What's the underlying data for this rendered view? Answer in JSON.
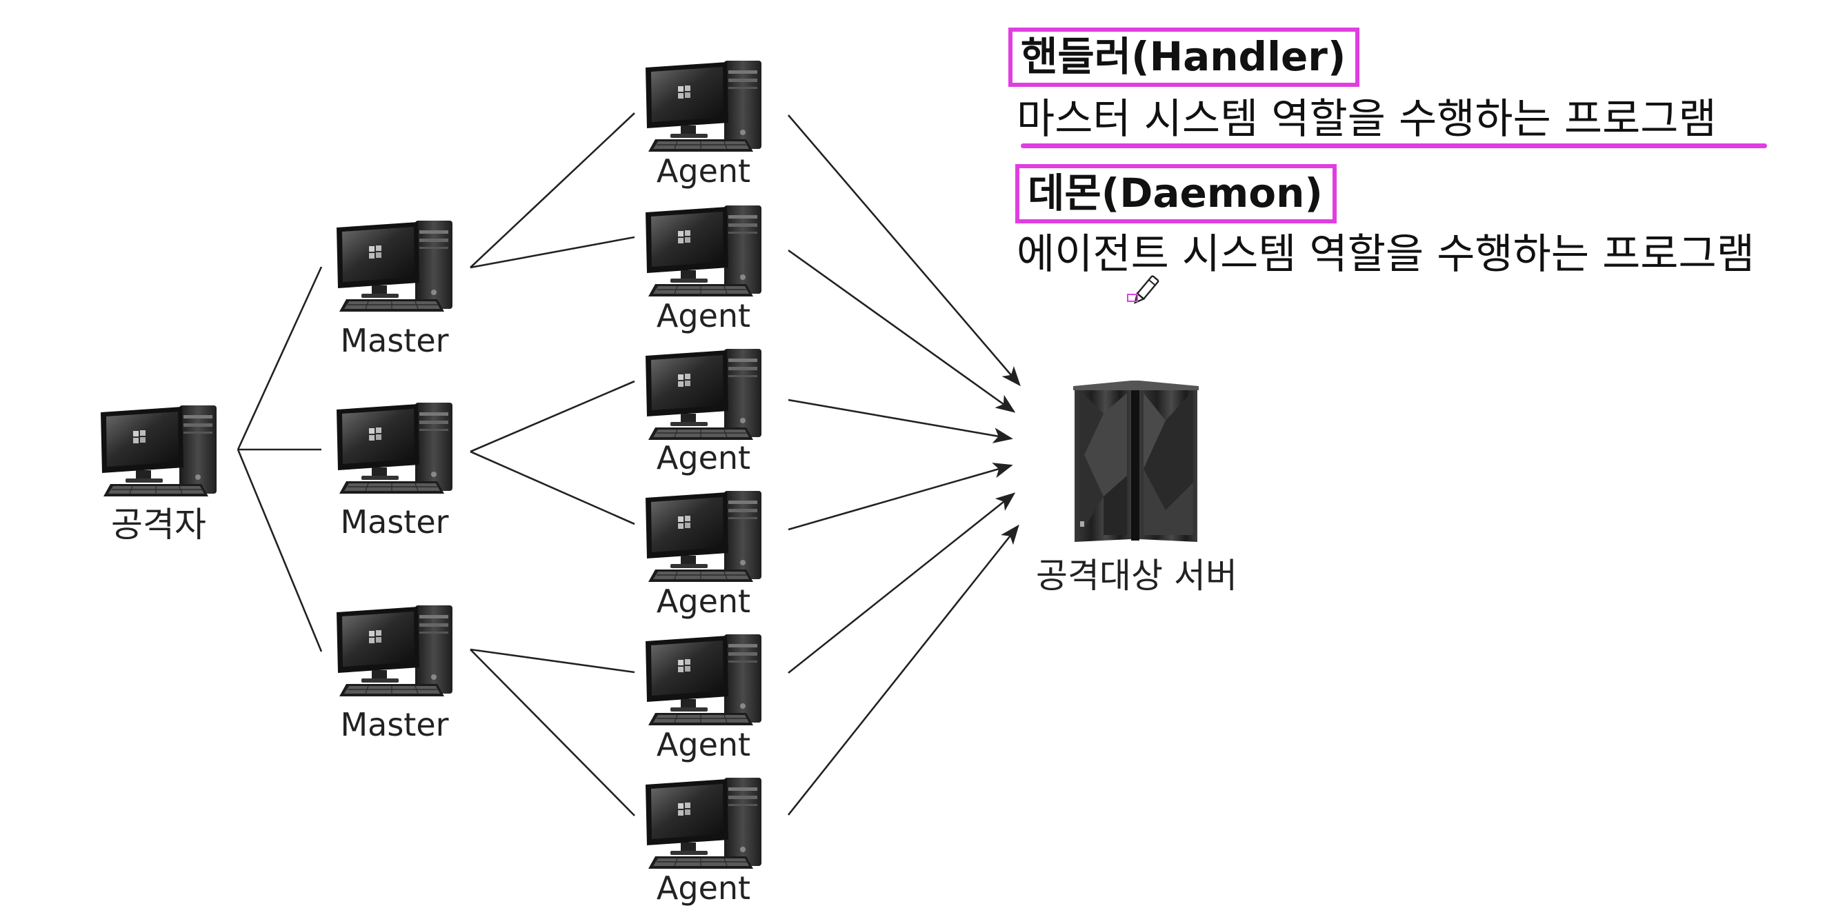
{
  "nodes": {
    "attacker": "공격자",
    "master": "Master",
    "agent": "Agent",
    "target": "공격대상 서버"
  },
  "definitions": {
    "handler": {
      "term": "핸들러(Handler)",
      "description": "마스터 시스템 역할을 수행하는 프로그램"
    },
    "daemon": {
      "term": "데몬(Daemon)",
      "description": "에이전트 시스템 역할을 수행하는 프로그램"
    }
  },
  "colors": {
    "highlight": "#e03ee0",
    "line": "#222222"
  },
  "icons": {
    "workstation": "desktop-computer-icon",
    "server": "mainframe-server-icon",
    "annotation": "pen-cursor-icon"
  }
}
